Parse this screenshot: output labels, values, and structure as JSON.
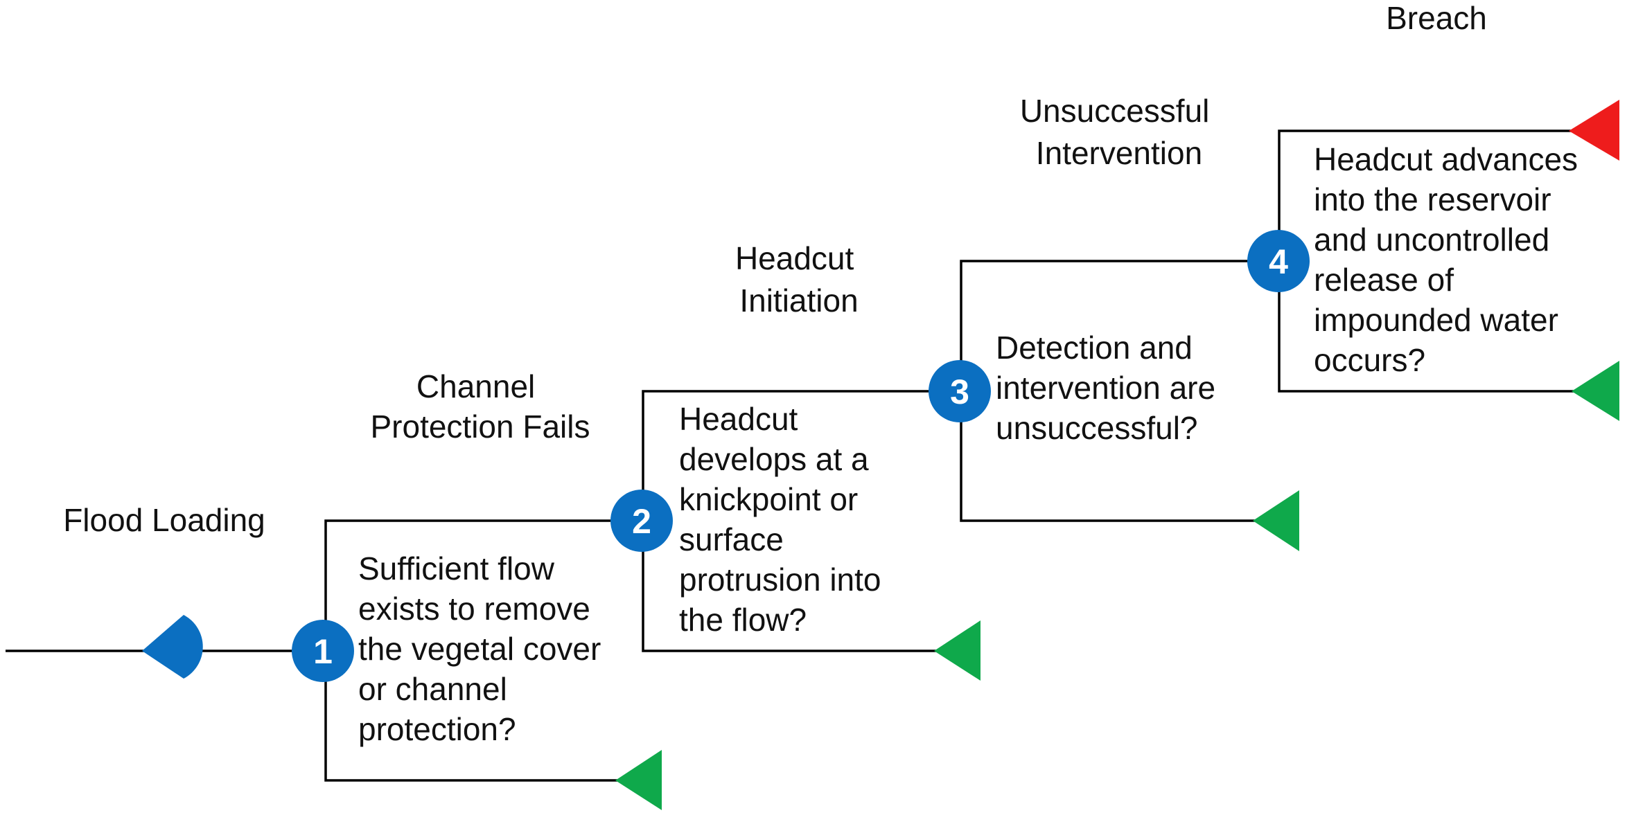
{
  "colors": {
    "node": "#0b6fc1",
    "end_success": "#0fa94b",
    "end_failure": "#ee1c1c",
    "line": "#000000",
    "text": "#111111"
  },
  "stages": {
    "flood_loading": [
      "Flood Loading"
    ],
    "channel_protection_fails": [
      "Channel",
      "Protection Fails"
    ],
    "headcut_initiation": [
      "Headcut",
      "Initiation"
    ],
    "unsuccessful_intervention": [
      "Unsuccessful",
      "Intervention"
    ],
    "breach": [
      "Breach"
    ]
  },
  "nodes": [
    {
      "number": "1",
      "question": [
        "Sufficient flow",
        "exists to remove",
        "the vegetal cover",
        "or channel",
        "protection?"
      ]
    },
    {
      "number": "2",
      "question": [
        "Headcut",
        "develops at a",
        "knickpoint or",
        "surface",
        "protrusion into",
        "the flow?"
      ]
    },
    {
      "number": "3",
      "question": [
        "Detection and",
        "intervention are",
        "unsuccessful?"
      ]
    },
    {
      "number": "4",
      "question": [
        "Headcut advances",
        "into the reservoir",
        "and uncontrolled",
        "release of",
        "impounded water",
        "occurs?"
      ]
    }
  ],
  "icons": {
    "start": "chance-node-icon",
    "node": "numbered-circle-icon",
    "end_success": "green-triangle-end-icon",
    "end_failure": "red-triangle-end-icon"
  }
}
